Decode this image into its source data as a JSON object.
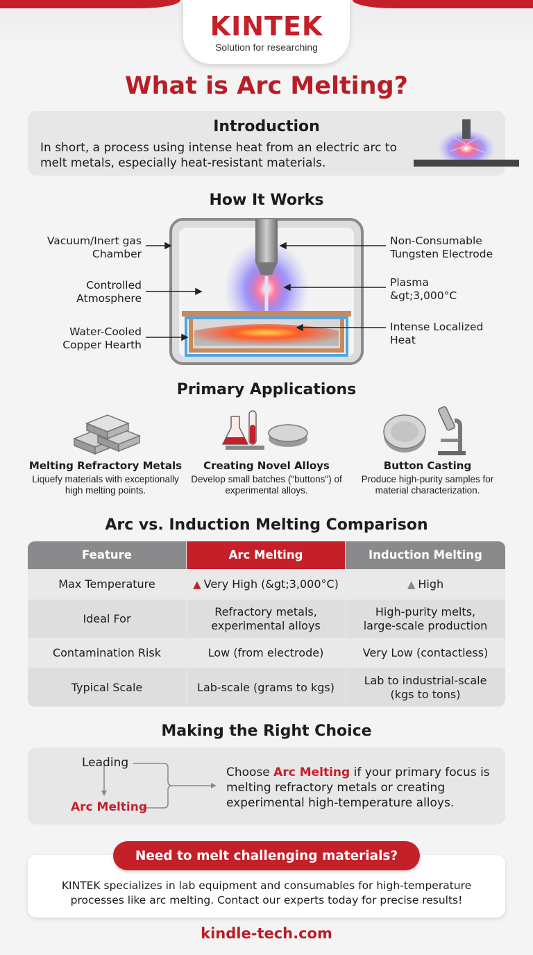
{
  "brand": {
    "name": "KINTEK",
    "tagline": "Solution for researching",
    "accent": "#c5202a"
  },
  "title": "What is Arc Melting?",
  "intro": {
    "heading": "Introduction",
    "text": "In short, a process using intense heat from an electric arc to melt metals, especially heat-resistant materials."
  },
  "how_it_works": {
    "heading": "How It Works",
    "labels": {
      "chamber": "Vacuum/Inert gas Chamber",
      "atmosphere": "Controlled Atmosphere",
      "hearth": "Water-Cooled Copper Hearth",
      "electrode": "Non-Consumable Tungsten Electrode",
      "plasma": "Plasma &gt;3,000°C",
      "heat": "Intense Localized Heat"
    }
  },
  "applications": {
    "heading": "Primary Applications",
    "items": [
      {
        "icon": "metal-ingots-icon",
        "title": "Melting Refractory Metals",
        "desc": "Liquefy materials with exceptionally high melting points."
      },
      {
        "icon": "lab-flasks-icon",
        "title": "Creating Novel Alloys",
        "desc": "Develop small batches (\"buttons\") of experimental alloys."
      },
      {
        "icon": "microscope-icon",
        "title": "Button Casting",
        "desc": "Produce high-purity samples for material characterization."
      }
    ]
  },
  "comparison": {
    "heading": "Arc vs. Induction Melting Comparison",
    "columns": [
      "Feature",
      "Arc Melting",
      "Induction Melting"
    ],
    "rows": [
      [
        "Max Temperature",
        "Very High (&gt;3,000°C)",
        "High"
      ],
      [
        "Ideal For",
        "Refractory metals, experimental alloys",
        "High-purity melts, large-scale production"
      ],
      [
        "Contamination Risk",
        "Low (from electrode)",
        "Very Low (contactless)"
      ],
      [
        "Typical Scale",
        "Lab-scale (grams to kgs)",
        "Lab to industrial-scale (kgs to tons)"
      ]
    ]
  },
  "choice": {
    "heading": "Making the Right Choice",
    "leading": "Leading",
    "arc": "Arc Melting",
    "text_pre": "Choose ",
    "text_hl": "Arc Melting",
    "text_post": " if your primary focus is melting refractory metals or creating experimental high-temperature alloys."
  },
  "cta": {
    "pill": "Need to melt challenging materials?",
    "text": "KINTEK specializes in lab equipment and consumables for high-temperature processes like arc melting. Contact our experts today for precise results!"
  },
  "footer": {
    "url": "kindle-tech.com"
  }
}
